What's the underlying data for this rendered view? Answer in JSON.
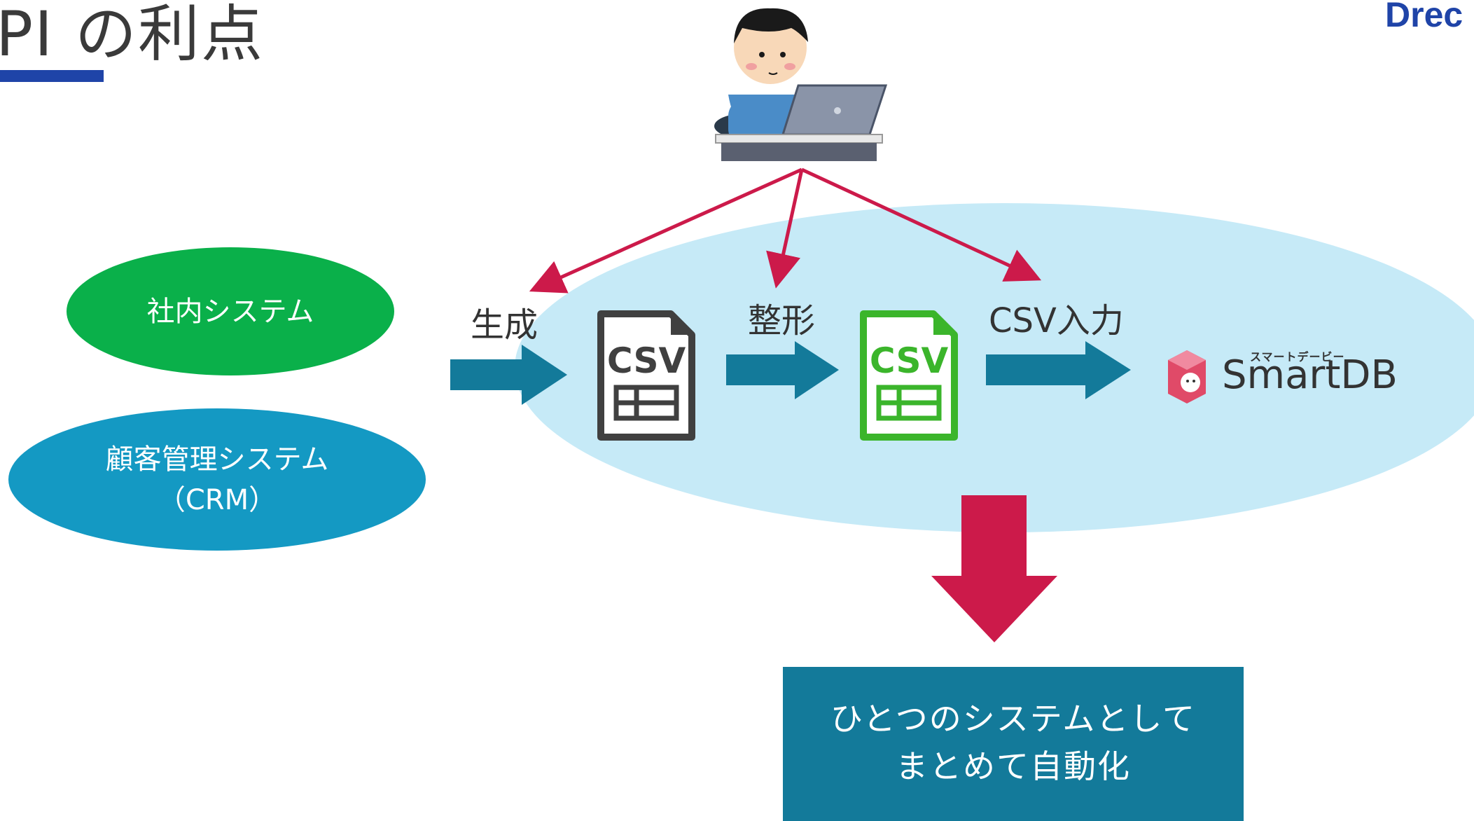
{
  "header": {
    "title": "PI の利点",
    "brand": "Drec"
  },
  "sources": {
    "internal_system": "社内システム",
    "crm_line1": "顧客管理システム",
    "crm_line2": "（CRM）"
  },
  "steps": {
    "generate": "生成",
    "format": "整形",
    "csv_input": "CSV入力"
  },
  "files": {
    "raw_csv_label": "CSV",
    "formatted_csv_label": "CSV"
  },
  "target": {
    "name": "SmartDB",
    "kana": "スマートデービー"
  },
  "result": {
    "line1": "ひとつのシステムとして",
    "line2": "まとめて自動化"
  },
  "colors": {
    "title_underline": "#1f44a8",
    "internal_system": "#0ab04a",
    "crm_system": "#1499c3",
    "process_ellipse": "#c6eaf7",
    "flow_arrow": "#137a9a",
    "red_arrow": "#cc1a4a",
    "csv_gray": "#404040",
    "csv_green": "#3bb52b",
    "result_box": "#137a9a"
  },
  "icons": {
    "user": "person-at-laptop-icon",
    "raw_csv": "csv-file-icon",
    "formatted_csv": "csv-file-green-icon",
    "smartdb": "smartdb-logo-icon"
  }
}
